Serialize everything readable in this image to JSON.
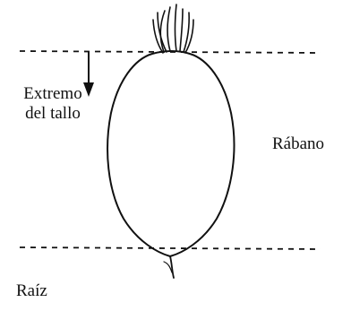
{
  "labels": {
    "stem_end": [
      "Extremo",
      "del tallo"
    ],
    "radish": "Rábano",
    "root": "Raíz"
  },
  "colors": {
    "ink": "#111111",
    "background": "#ffffff"
  }
}
